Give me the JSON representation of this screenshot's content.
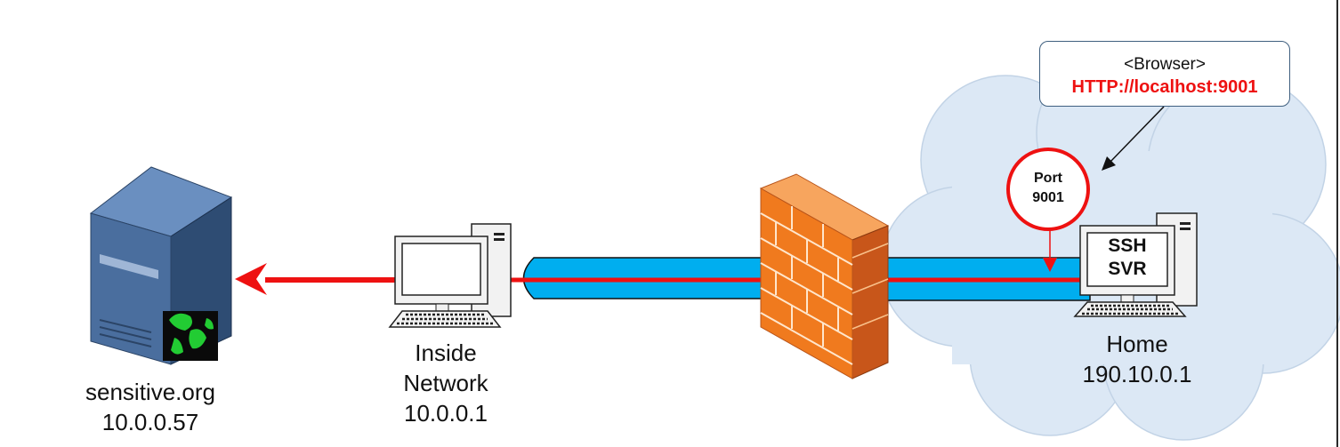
{
  "callout": {
    "line1": "<Browser>",
    "line2": "HTTP://localhost:9001"
  },
  "port": {
    "line1": "Port",
    "line2": "9001"
  },
  "home_screen": {
    "line1": "SSH",
    "line2": "SVR"
  },
  "nodes": {
    "server": {
      "name": "sensitive.org",
      "ip": "10.0.0.57"
    },
    "inside": {
      "line1": "Inside",
      "line2": "Network",
      "ip": "10.0.0.1"
    },
    "home": {
      "name": "Home",
      "ip": "190.10.0.1"
    }
  },
  "colors": {
    "tunnel": "#00aeef",
    "link": "#ee1111",
    "cloud": "#dce8f5",
    "firewall": "#f07a1e",
    "server": "#4a6e9e"
  }
}
